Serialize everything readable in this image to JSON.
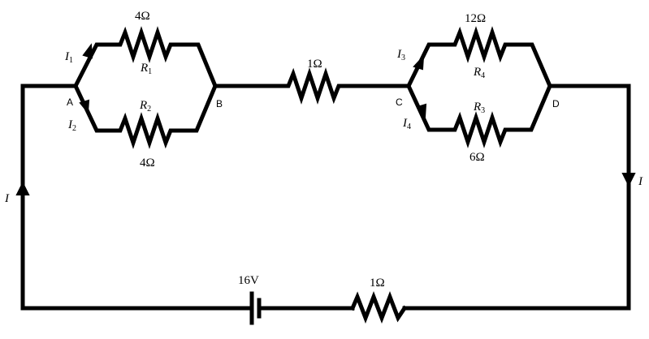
{
  "labels": {
    "r1_value": "4Ω",
    "r2_value": "4Ω",
    "r_mid_value": "1Ω",
    "r4_value": "12Ω",
    "r3_value": "6Ω",
    "r_bottom_value": "1Ω",
    "battery_value": "16V",
    "r1_name": "R",
    "r1_sub": "1",
    "r2_name": "R",
    "r2_sub": "2",
    "r3_name": "R",
    "r3_sub": "3",
    "r4_name": "R",
    "r4_sub": "4",
    "i1_name": "I",
    "i1_sub": "1",
    "i2_name": "I",
    "i2_sub": "2",
    "i3_name": "I",
    "i3_sub": "3",
    "i4_name": "I",
    "i4_sub": "4",
    "i_left": "I",
    "i_right": "I",
    "node_a": "A",
    "node_b": "B",
    "node_c": "C",
    "node_d": "D"
  }
}
